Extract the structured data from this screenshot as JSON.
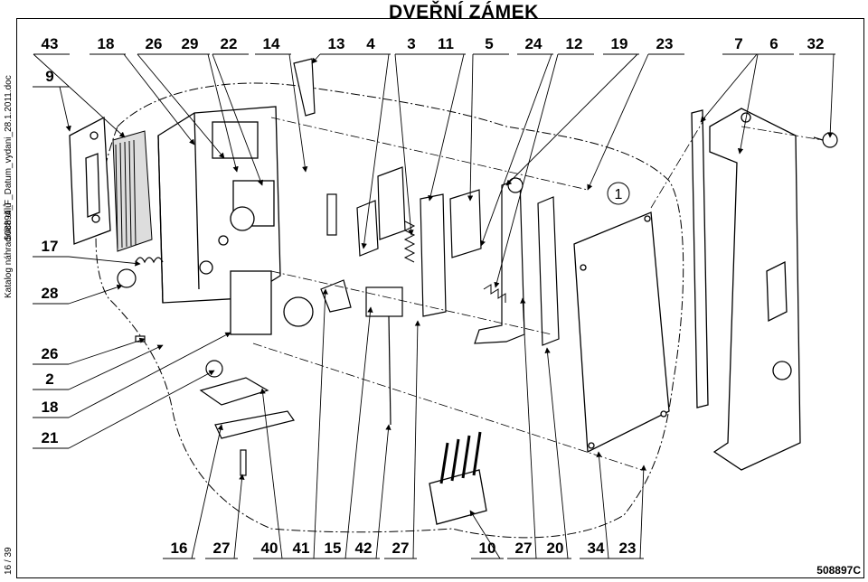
{
  "title": "DVEŘNÍ ZÁMEK",
  "side_texts": {
    "filename": "508894_F_Datum_vydani_28.1.2011.doc",
    "catalog": "Katalog náhradních dílů",
    "page": "16 / 39"
  },
  "doc_number": "508897C",
  "callouts_top": [
    "43",
    "18",
    "26",
    "29",
    "22",
    "14",
    "13",
    "4",
    "3",
    "11",
    "5",
    "24",
    "12",
    "19",
    "23",
    "7",
    "6",
    "32"
  ],
  "callouts_left": [
    "9",
    "17",
    "28",
    "26",
    "2",
    "18",
    "21"
  ],
  "callouts_bottom": [
    "16",
    "27",
    "40",
    "41",
    "15",
    "42",
    "27",
    "10",
    "27",
    "20",
    "34",
    "23"
  ],
  "inset_label": "1"
}
